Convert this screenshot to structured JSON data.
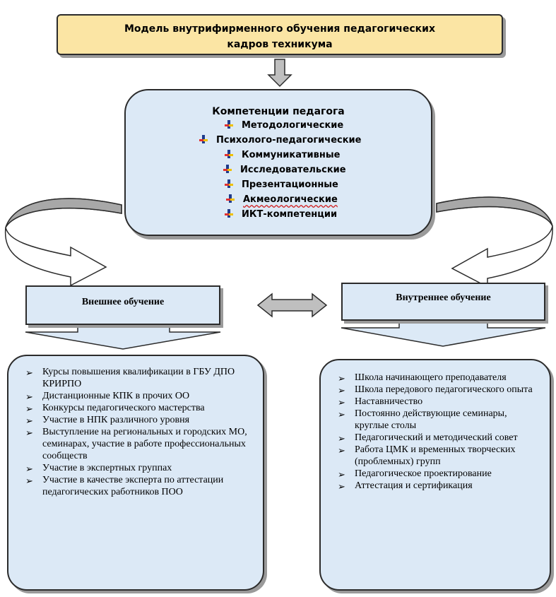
{
  "title": {
    "line1": "Модель внутрифирменного обучения педагогических",
    "line2": "кадров техникума"
  },
  "competences": {
    "title": "Компетенции педагога",
    "items": [
      "Методологические",
      "Психолого-педагогические",
      "Коммуникативные",
      "Исследовательские",
      "Презентационные",
      "Акмеологические",
      "ИКТ-компетенции"
    ]
  },
  "external": {
    "label": "Внешнее обучение",
    "items": [
      "Курсы повышения квалификации в ГБУ ДПО КРИРПО",
      "Дистанционные КПК в прочих ОО",
      "Конкурсы педагогического мастерства",
      "Участие в НПК различного уровня",
      "Выступление на региональных и городских МО, семинарах, участие в работе профессиональных сообществ",
      "Участие в экспертных группах",
      "Участие в качестве эксперта по аттестации педагогических работников ПОО"
    ]
  },
  "internal": {
    "label": "Внутреннее обучение",
    "items": [
      "Школа начинающего преподавателя",
      "Школа передового педагогического опыта",
      "Наставничество",
      "Постоянно действующие семинары, круглые столы",
      "Педагогический и методический совет",
      "Работа ЦМК и временных творческих (проблемных) групп",
      "Педагогическое проектирование",
      "Аттестация и сертификация"
    ]
  },
  "colors": {
    "title_fill": "#fbe5a4",
    "box_fill": "#dce9f6",
    "arrow_fill": "#bfbfbf",
    "border": "#2b2b2b"
  },
  "icons": {
    "competence_bullet": "four-color-pinwheel-icon",
    "list_bullet": "arrowhead-bullet-icon"
  },
  "bullet_char": "➢"
}
